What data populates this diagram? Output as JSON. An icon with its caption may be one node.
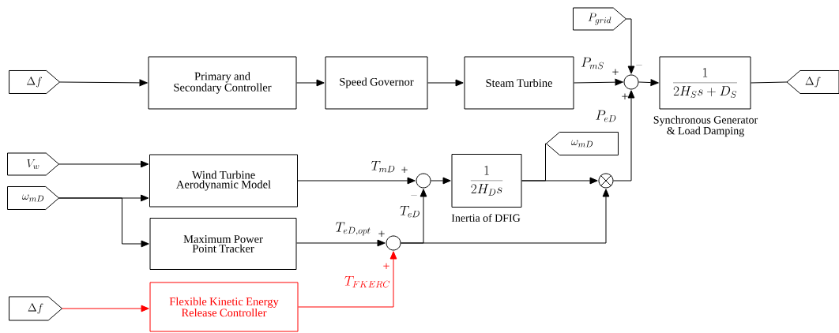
{
  "diagram": {
    "nodes": [
      {
        "text": [
          "\\Delta f"
        ]
      },
      {
        "text": [
          "Primary and Secondary Controller"
        ]
      },
      {
        "text": [
          "Speed Governor"
        ]
      },
      {
        "text": [
          "Steam Turbine"
        ]
      },
      {
        "text": [
          "P_{grid}"
        ]
      },
      {
        "text": [],
        "shape": "circle"
      },
      {
        "text": [
          "\\frac{1}{2H_S s+D_S}"
        ],
        "beside": [
          "Synchronous Generator & Load Damping"
        ]
      },
      {
        "text": [
          "\\Delta f"
        ]
      },
      {
        "text": [
          "V_w"
        ]
      },
      {
        "text": [
          "\\omega_{mD}"
        ]
      },
      {
        "text": [
          "Wind Turbine Aerodynamic Model"
        ]
      },
      {
        "text": [
          "Maximum Power Point Tracker"
        ]
      },
      {
        "text": [
          "\\Delta f"
        ]
      },
      {
        "text": [
          "Flexible Kinetic Energy Release Controller"
        ]
      },
      {
        "text": [],
        "shape": "circle"
      },
      {
        "text": [
          "\\frac{1}{2H_D s}"
        ],
        "beside": [
          "Inertia of DFIG"
        ]
      },
      {
        "text": [
          "\\omega_{mD}"
        ]
      },
      {
        "text": [],
        "shape": "circle"
      },
      {
        "text": [],
        "shape": "circle"
      }
    ],
    "edges": [
      {
        "from": 0,
        "to": 1,
        "arrow": "to"
      },
      {
        "from": 1,
        "to": 2,
        "arrow": "to"
      },
      {
        "from": 2,
        "to": 3,
        "arrow": "to"
      },
      {
        "from": 3,
        "to": 5,
        "arrow": "to",
        "label": "P_{mS}"
      },
      {
        "from": 4,
        "to": 5,
        "arrow": "to"
      },
      {
        "from": 5,
        "to": 6,
        "arrow": "to"
      },
      {
        "from": 6,
        "to": 7,
        "arrow": "none"
      },
      {
        "from": 8,
        "to": 10,
        "arrow": "to"
      },
      {
        "from": 9,
        "to": 10,
        "arrow": "to"
      },
      {
        "from": 9,
        "to": 11,
        "arrow": "to"
      },
      {
        "from": 10,
        "to": 14,
        "arrow": "to",
        "label": "T_{mD}"
      },
      {
        "from": 11,
        "to": 18,
        "arrow": "to",
        "label": "T_{eD,opt}"
      },
      {
        "from": 12,
        "to": 13,
        "arrow": "to",
        "color": "#ff0000"
      },
      {
        "from": 13,
        "to": 18,
        "arrow": "to",
        "label": "T_{FKERC}",
        "color": "#ff0000"
      },
      {
        "from": 18,
        "to": 14,
        "arrow": "to",
        "label": "T_{eD}"
      },
      {
        "from": 18,
        "to": 17,
        "arrow": "to"
      },
      {
        "from": 14,
        "to": 15,
        "arrow": "to"
      },
      {
        "from": 15,
        "to": 16,
        "arrow": "none"
      },
      {
        "from": 15,
        "to": 17,
        "arrow": "to"
      },
      {
        "from": 17,
        "to": 5,
        "arrow": "to",
        "label": "P_{eD}"
      }
    ],
    "labels": [
      "−",
      "+",
      "+",
      "+",
      "−",
      "+",
      "+"
    ]
  }
}
